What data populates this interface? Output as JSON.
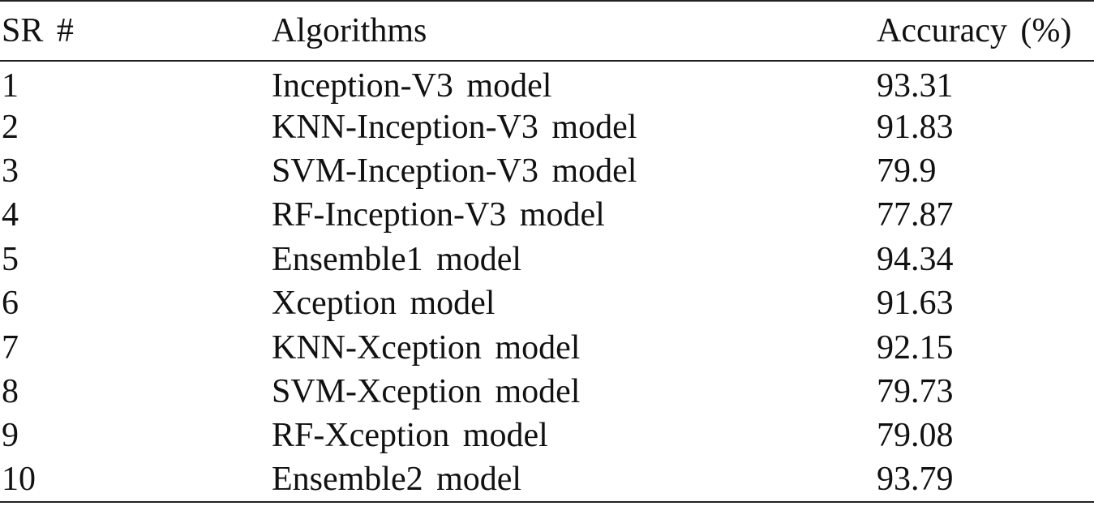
{
  "table": {
    "headers": [
      "SR #",
      "Algorithms",
      "Accuracy (%)"
    ],
    "rows": [
      [
        "1",
        "Inception-V3 model",
        "93.31"
      ],
      [
        "2",
        "KNN-Inception-V3 model",
        "91.83"
      ],
      [
        "3",
        "SVM-Inception-V3 model",
        "79.9"
      ],
      [
        "4",
        "RF-Inception-V3 model",
        "77.87"
      ],
      [
        "5",
        "Ensemble1 model",
        "94.34"
      ],
      [
        "6",
        "Xception model",
        "91.63"
      ],
      [
        "7",
        "KNN-Xception model",
        "92.15"
      ],
      [
        "8",
        "SVM-Xception model",
        "79.73"
      ],
      [
        "9",
        "RF-Xception model",
        "79.08"
      ],
      [
        "10",
        "Ensemble2 model",
        "93.79"
      ]
    ]
  }
}
